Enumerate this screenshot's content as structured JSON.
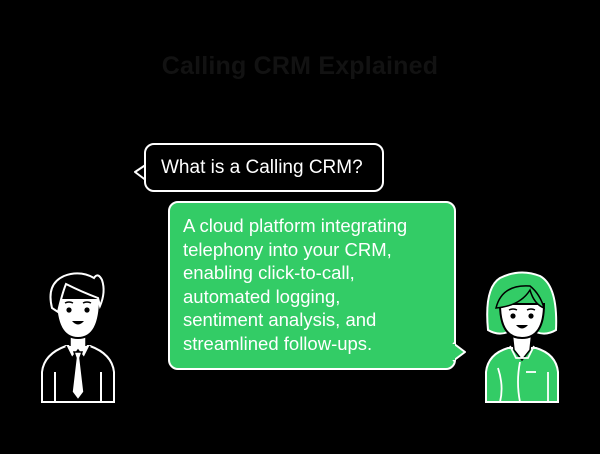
{
  "title": "Calling CRM Explained",
  "colors": {
    "background": "#000000",
    "title": "#121212",
    "accent_green": "#33cc66",
    "outline": "#ffffff"
  },
  "conversation": {
    "question": {
      "speaker": "man",
      "text": "What is a Calling CRM?"
    },
    "answer": {
      "speaker": "woman",
      "lines": [
        "A cloud platform integrating",
        "telephony into your CRM,",
        "enabling click-to-call,",
        "automated logging,",
        "sentiment analysis, and",
        "streamlined follow-ups."
      ]
    }
  },
  "characters": {
    "left": {
      "icon": "man-with-tie-icon"
    },
    "right": {
      "icon": "woman-green-icon"
    }
  }
}
